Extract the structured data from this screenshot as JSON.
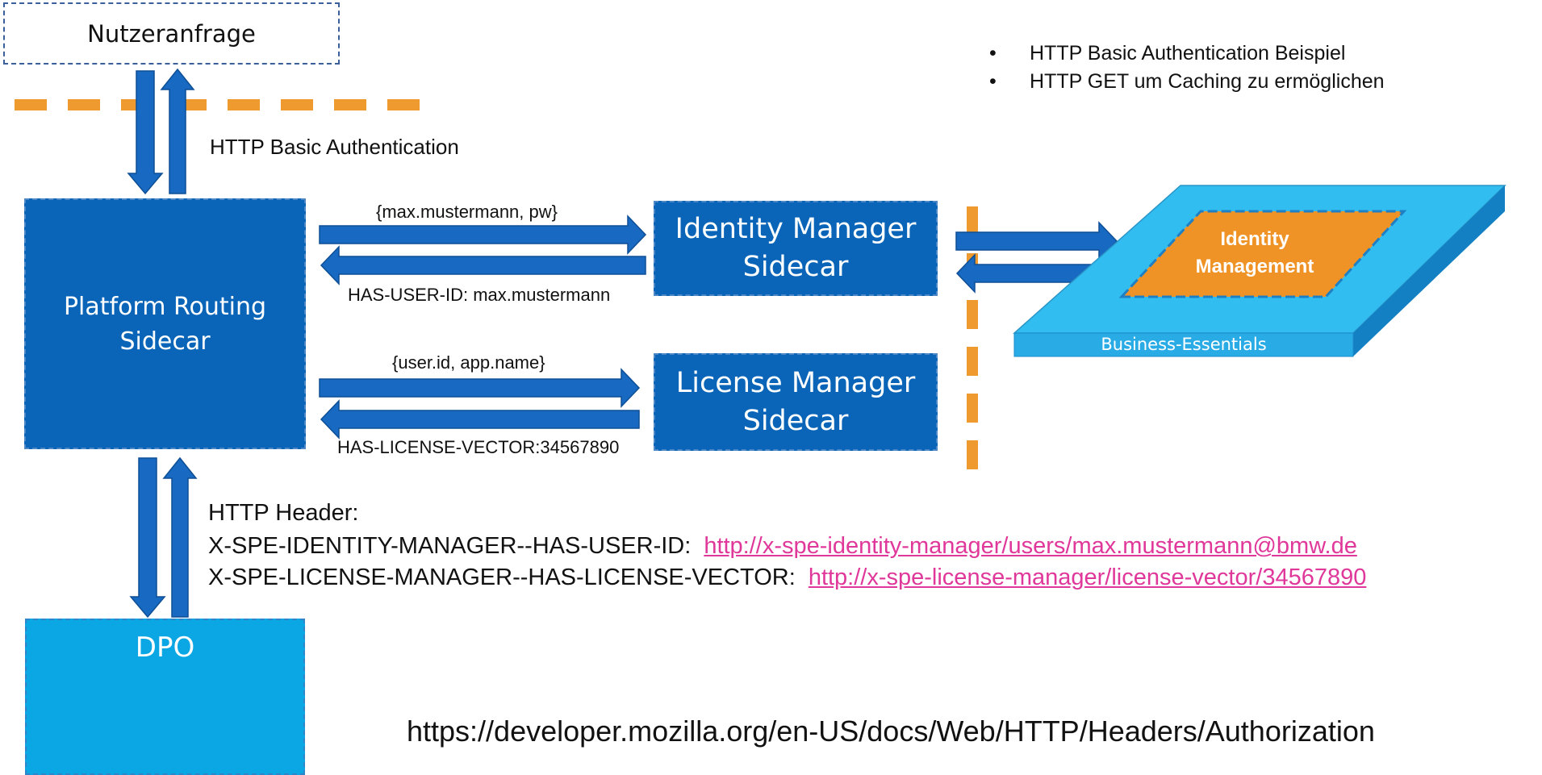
{
  "nodes": {
    "user_request": "Nutzeranfrage",
    "platform_routing": [
      "Platform Routing",
      "Sidecar"
    ],
    "identity_manager": [
      "Identity Manager",
      "Sidecar"
    ],
    "license_manager": [
      "License Manager",
      "Sidecar"
    ],
    "dpo": "DPO",
    "identity_management": [
      "Identity",
      "Management"
    ],
    "business_essentials": "Business-Essentials"
  },
  "notes": [
    "HTTP Basic Authentication  Beispiel",
    "HTTP GET um Caching zu ermöglichen"
  ],
  "edges": {
    "basic_auth": "HTTP Basic Authentication",
    "credentials": "{max.mustermann, pw}",
    "user_id": "HAS-USER-ID: max.mustermann",
    "user_app": "{user.id, app.name}",
    "license_vector": "HAS-LICENSE-VECTOR:34567890"
  },
  "headers": {
    "title": "HTTP Header:",
    "identity_name": "X-SPE-IDENTITY-MANAGER--HAS-USER-ID:",
    "identity_url": "http://x-spe-identity-manager/users/max.mustermann@bmw.de",
    "license_name": "X-SPE-LICENSE-MANAGER--HAS-LICENSE-VECTOR:",
    "license_url": "http://x-spe-license-manager/license-vector/34567890"
  },
  "reference_url": "https://developer.mozilla.org/en-US/docs/Web/HTTP/Headers/Authorization",
  "colors": {
    "sidecar_blue": "#0a65b8",
    "dpo_blue": "#0aa7e4",
    "arrow_blue": "#1769c1",
    "boundary_orange": "#ef9a2e",
    "link_pink": "#e0389a",
    "platform_cyan": "#31bdf0"
  },
  "icons": [
    "boxes-icon"
  ]
}
